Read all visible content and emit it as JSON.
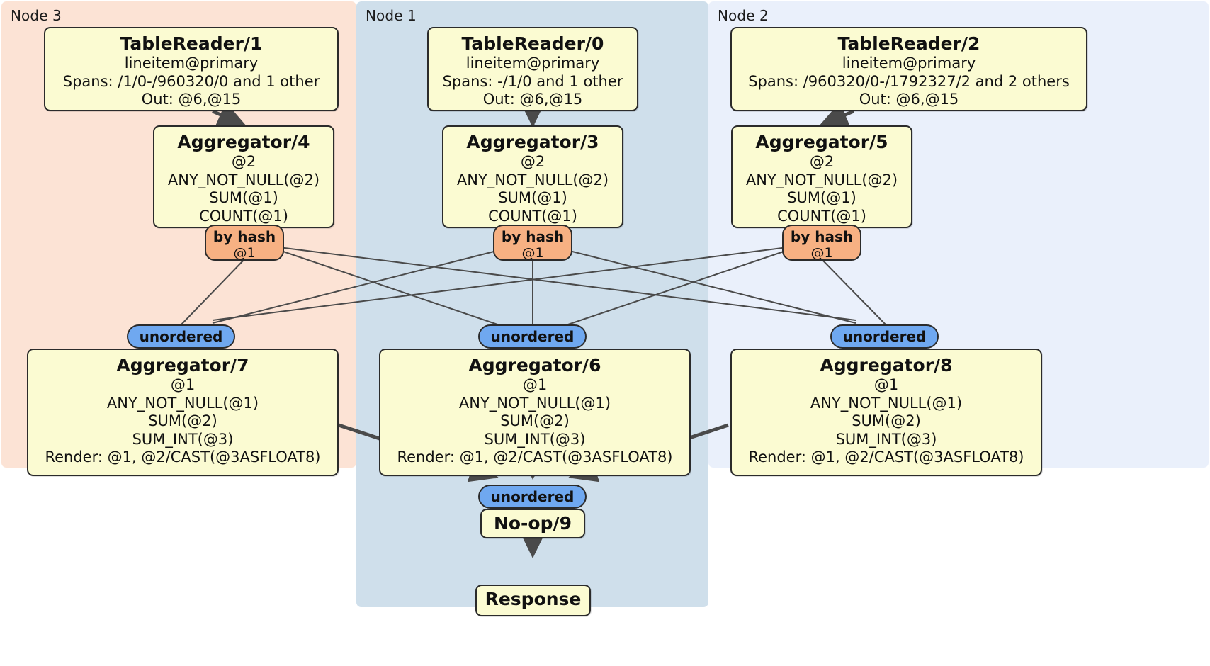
{
  "diagram": {
    "type": "distsql-physical-plan",
    "colors": {
      "node3_panel": "#fce3d5",
      "node1_panel": "#cfdfeb",
      "node2_panel": "#eaf0fb",
      "processor_box": "#fbfbd2",
      "hash_router": "#f7b183",
      "unordered_receiver": "#6fa8f0",
      "edge": "#4a4a4a",
      "border": "#2b2b2b"
    }
  },
  "panels": [
    {
      "id": "node3",
      "label": "Node 3"
    },
    {
      "id": "node1",
      "label": "Node 1"
    },
    {
      "id": "node2",
      "label": "Node 2"
    }
  ],
  "processors": {
    "table_reader_1": {
      "title": "TableReader/1",
      "lines": [
        "lineitem@primary",
        "Spans: /1/0-/960320/0 and 1 other",
        "Out: @6,@15"
      ]
    },
    "table_reader_0": {
      "title": "TableReader/0",
      "lines": [
        "lineitem@primary",
        "Spans: -/1/0 and 1 other",
        "Out: @6,@15"
      ]
    },
    "table_reader_2": {
      "title": "TableReader/2",
      "lines": [
        "lineitem@primary",
        "Spans: /960320/0-/1792327/2 and 2 others",
        "Out: @6,@15"
      ]
    },
    "aggregator_4": {
      "title": "Aggregator/4",
      "lines": [
        "@2",
        "ANY_NOT_NULL(@2)",
        "SUM(@1)",
        "COUNT(@1)"
      ]
    },
    "aggregator_3": {
      "title": "Aggregator/3",
      "lines": [
        "@2",
        "ANY_NOT_NULL(@2)",
        "SUM(@1)",
        "COUNT(@1)"
      ]
    },
    "aggregator_5": {
      "title": "Aggregator/5",
      "lines": [
        "@2",
        "ANY_NOT_NULL(@2)",
        "SUM(@1)",
        "COUNT(@1)"
      ]
    },
    "aggregator_7": {
      "title": "Aggregator/7",
      "lines": [
        "@1",
        "ANY_NOT_NULL(@1)",
        "SUM(@2)",
        "SUM_INT(@3)",
        "Render: @1, @2/CAST(@3ASFLOAT8)"
      ]
    },
    "aggregator_6": {
      "title": "Aggregator/6",
      "lines": [
        "@1",
        "ANY_NOT_NULL(@1)",
        "SUM(@2)",
        "SUM_INT(@3)",
        "Render: @1, @2/CAST(@3ASFLOAT8)"
      ]
    },
    "aggregator_8": {
      "title": "Aggregator/8",
      "lines": [
        "@1",
        "ANY_NOT_NULL(@1)",
        "SUM(@2)",
        "SUM_INT(@3)",
        "Render: @1, @2/CAST(@3ASFLOAT8)"
      ]
    },
    "noop_9": {
      "title": "No-op/9",
      "lines": []
    },
    "response": {
      "title": "Response",
      "lines": []
    }
  },
  "routers": {
    "hash_left": {
      "label": "by hash",
      "column": "@1"
    },
    "hash_center": {
      "label": "by hash",
      "column": "@1"
    },
    "hash_right": {
      "label": "by hash",
      "column": "@1"
    }
  },
  "receivers": {
    "unordered_left": {
      "label": "unordered"
    },
    "unordered_center": {
      "label": "unordered"
    },
    "unordered_right": {
      "label": "unordered"
    },
    "unordered_final": {
      "label": "unordered"
    }
  }
}
